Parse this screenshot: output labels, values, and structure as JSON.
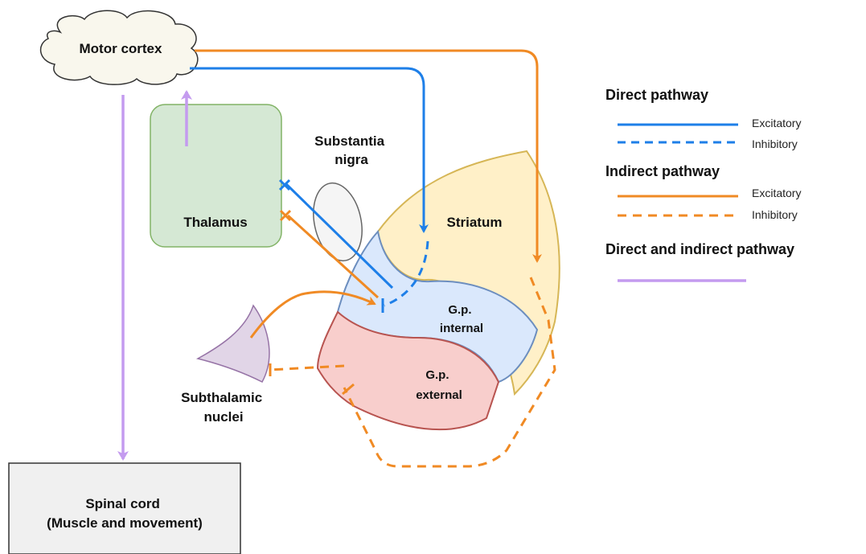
{
  "nodes": {
    "motor_cortex": "Motor cortex",
    "thalamus": "Thalamus",
    "substantia_nigra": [
      "Substantia",
      "nigra"
    ],
    "striatum": "Striatum",
    "gp_internal": [
      "G.p.",
      "internal"
    ],
    "gp_external": [
      "G.p.",
      "external"
    ],
    "subthalamic_nuclei": [
      "Subthalamic",
      "nuclei"
    ],
    "spinal_cord": [
      "Spinal cord",
      "(Muscle and movement)"
    ]
  },
  "legend": {
    "direct": {
      "heading": "Direct pathway",
      "excitatory": "Excitatory",
      "inhibitory": "Inhibitory"
    },
    "indirect": {
      "heading": "Indirect  pathway",
      "excitatory": "Excitatory",
      "inhibitory": "Inhibitory"
    },
    "both": {
      "heading": "Direct and indirect  pathway"
    }
  },
  "colors": {
    "direct": "#1E7FE8",
    "indirect": "#F08A24",
    "both": "#C49BEF",
    "thalamus_fill": "#D5E8D4",
    "thalamus_stroke": "#82B366",
    "striatum_fill": "#FFF0C8",
    "striatum_stroke": "#D6B656",
    "gp_internal_fill": "#DAE8FC",
    "gp_internal_stroke": "#6C8EBF",
    "gp_external_fill": "#F8CECC",
    "gp_external_stroke": "#B85450",
    "subthalamic_fill": "#E1D5E7",
    "subthalamic_stroke": "#9673A6",
    "nigra_fill": "#F5F5F5",
    "nigra_stroke": "#666666",
    "cortex_fill": "#F9F7ED",
    "spinal_fill": "#F0F0F0"
  }
}
